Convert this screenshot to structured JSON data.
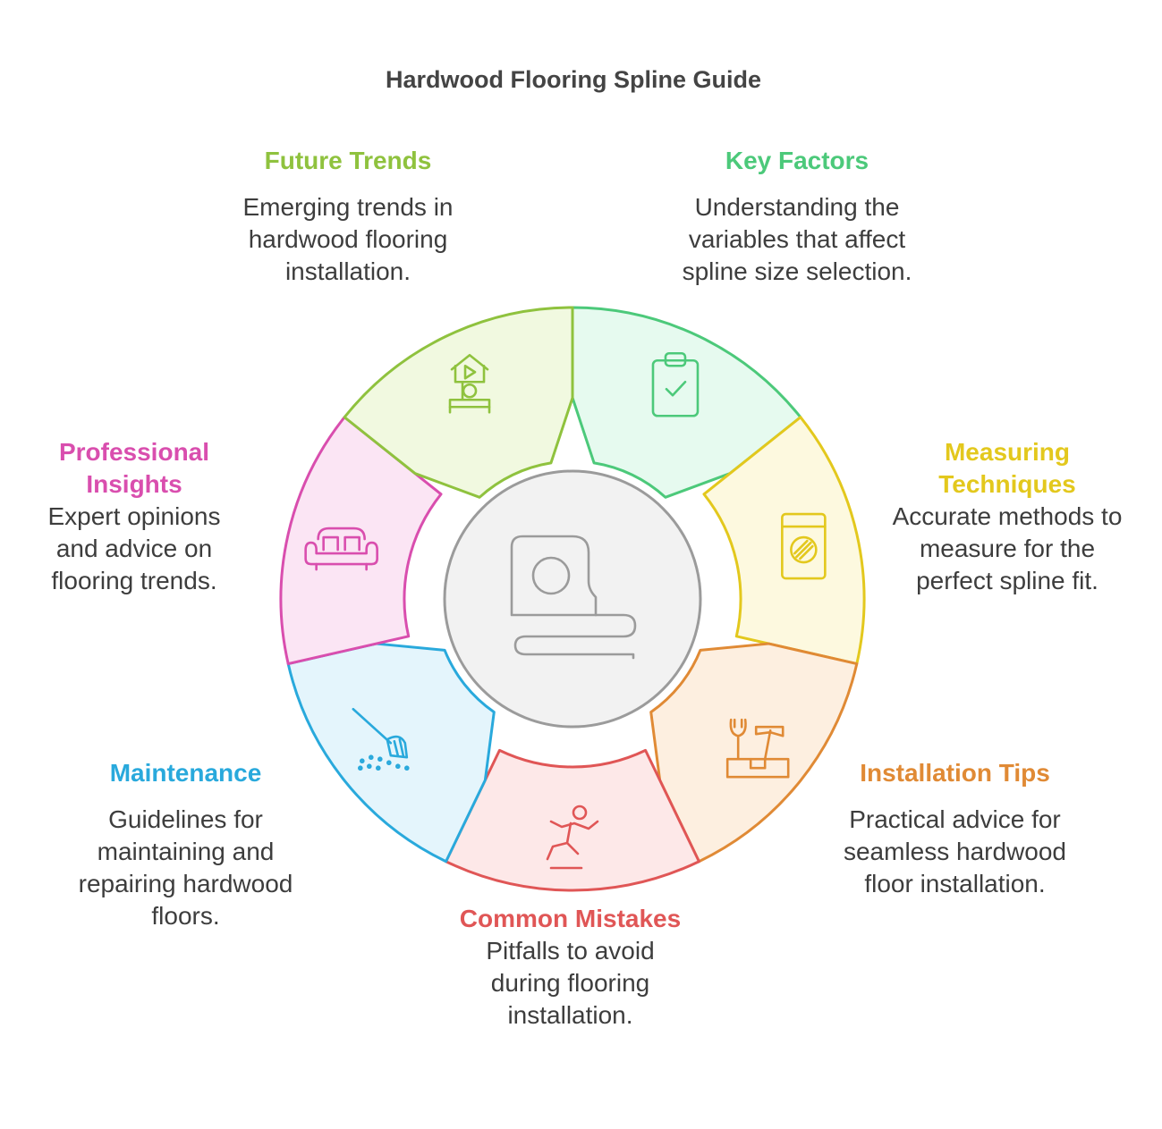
{
  "title": "Hardwood Flooring Spline Guide",
  "center_icon": "tape-measure-icon",
  "segments": [
    {
      "title": "Key Factors",
      "desc": "Understanding the variables that affect spline size selection.",
      "color": "#4CC97A",
      "fill": "#E6FAEF",
      "icon": "clipboard-check-icon"
    },
    {
      "title": "Measuring Techniques",
      "desc": "Accurate methods to measure for the perfect spline fit.",
      "color": "#E3C81D",
      "fill": "#FDF9DF",
      "icon": "level-tool-icon"
    },
    {
      "title": "Installation Tips",
      "desc": "Practical advice for seamless hardwood floor installation.",
      "color": "#E08A35",
      "fill": "#FDEFE0",
      "icon": "toolbox-icon"
    },
    {
      "title": "Common Mistakes",
      "desc": "Pitfalls to avoid during flooring installation.",
      "color": "#E05656",
      "fill": "#FDE8E8",
      "icon": "falling-person-icon"
    },
    {
      "title": "Maintenance",
      "desc": "Guidelines for maintaining and repairing hardwood floors.",
      "color": "#29A9DC",
      "fill": "#E4F5FC",
      "icon": "broom-icon"
    },
    {
      "title": "Professional Insights",
      "desc": "Expert opinions and advice on flooring trends.",
      "color": "#D94EAE",
      "fill": "#FBE5F4",
      "icon": "sofa-icon"
    },
    {
      "title": "Future Trends",
      "desc": "Emerging trends in hardwood flooring installation.",
      "color": "#8FC23E",
      "fill": "#F1F9E0",
      "icon": "smart-home-icon"
    }
  ]
}
